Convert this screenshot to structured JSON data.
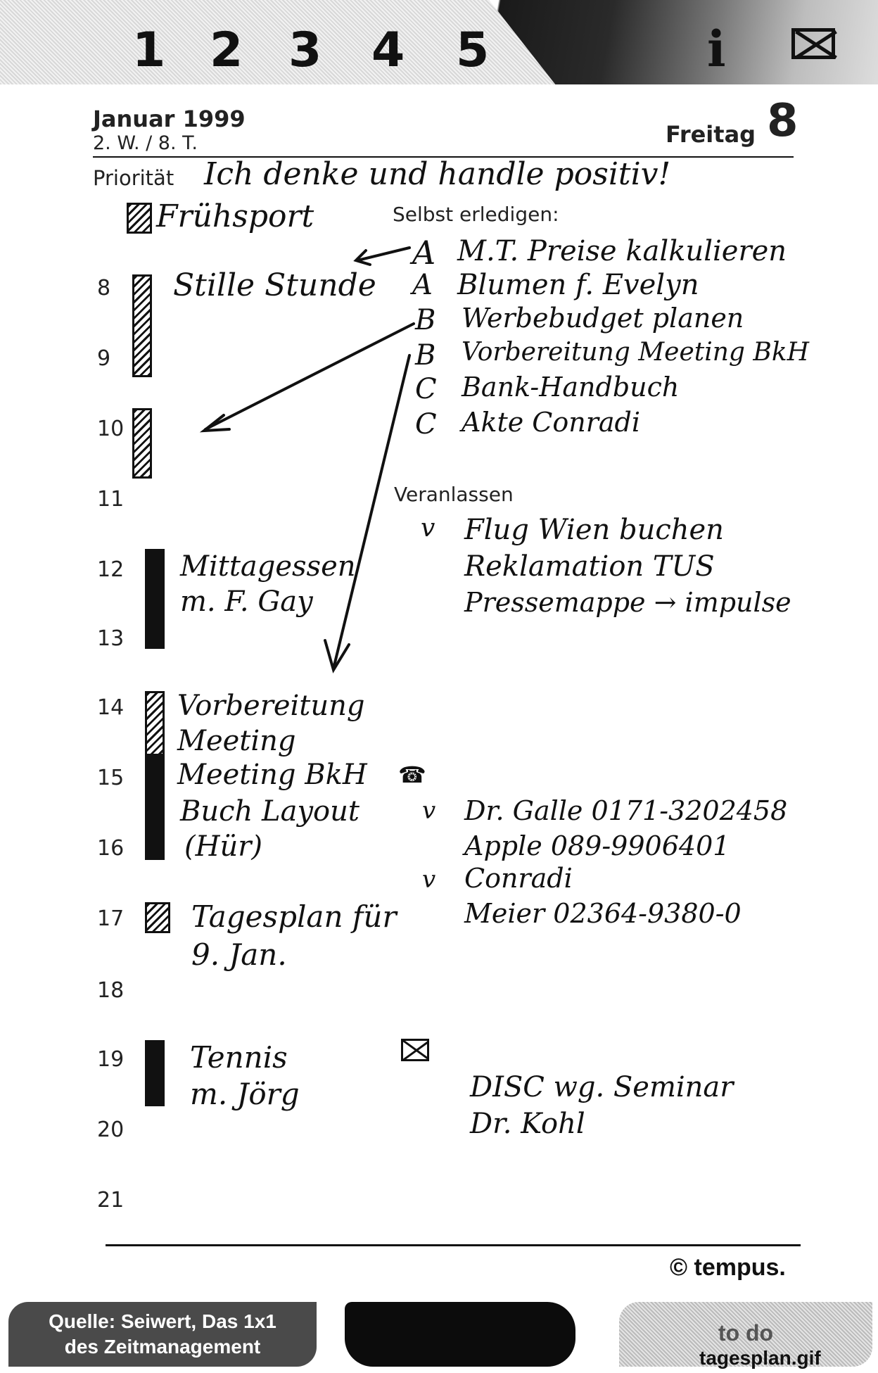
{
  "tabs": [
    "1",
    "2",
    "3",
    "4",
    "5"
  ],
  "info_label": "i",
  "header": {
    "month_year": "Januar 1999",
    "week_day": "2. W. / 8. T.",
    "weekday": "Freitag",
    "day": "8",
    "priority_label": "Priorität",
    "motto": "Ich denke und handle positiv!"
  },
  "hours": [
    "8",
    "9",
    "10",
    "11",
    "12",
    "13",
    "14",
    "15",
    "16",
    "17",
    "18",
    "19",
    "20",
    "21"
  ],
  "schedule": {
    "fruehsport": "Frühsport",
    "stille": "Stille Stunde",
    "mittag1": "Mittagessen",
    "mittag2": "m. F. Gay",
    "vorb1": "Vorbereitung",
    "vorb2": "Meeting",
    "meeting": "Meeting BkH",
    "buch": "Buch Layout",
    "hur": "(Hür)",
    "tagesplan1": "Tagesplan für",
    "tagesplan2": "9. Jan.",
    "tennis1": "Tennis",
    "tennis2": "m. Jörg"
  },
  "selbst": {
    "label": "Selbst erledigen:",
    "items": [
      {
        "prio": "A",
        "text": "M.T. Preise kalkulieren"
      },
      {
        "prio": "A",
        "text": "Blumen f. Evelyn"
      },
      {
        "prio": "B",
        "text": "Werbebudget planen"
      },
      {
        "prio": "B",
        "text": "Vorbereitung Meeting BkH"
      },
      {
        "prio": "C",
        "text": "Bank-Handbuch"
      },
      {
        "prio": "C",
        "text": "Akte Conradi"
      }
    ]
  },
  "veranlassen": {
    "label": "Veranlassen",
    "check": "v",
    "items": [
      "Flug Wien buchen",
      "Reklamation TUS",
      "Pressemappe → impulse"
    ]
  },
  "phone": {
    "check": "v",
    "items": [
      "Dr. Galle 0171-3202458",
      "Apple 089-9906401",
      "Conradi",
      "Meier 02364-9380-0"
    ]
  },
  "mail": {
    "items": [
      "DISC wg. Seminar",
      "Dr. Kohl"
    ]
  },
  "brand": "© tempus.",
  "source": {
    "line1": "Quelle: Seiwert, Das 1x1",
    "line2": "des Zeitmanagement"
  },
  "todo_label": "to do",
  "filename": "tagesplan.gif"
}
